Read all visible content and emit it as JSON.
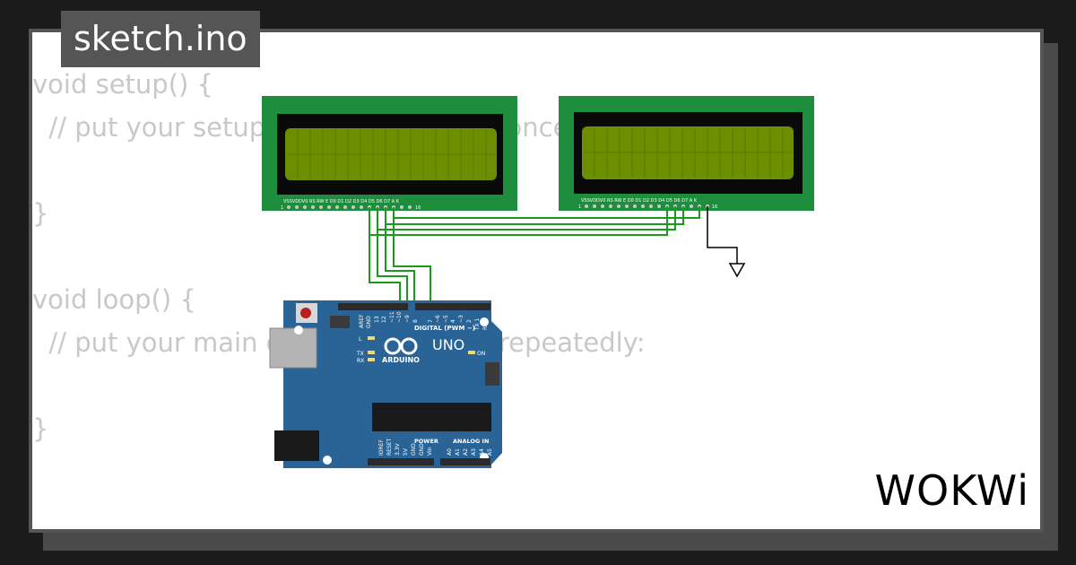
{
  "title": "sketch.ino",
  "code_lines": [
    "void setup() {",
    "  // put your setup code here, to run once:",
    "",
    "}",
    "",
    "void loop() {",
    "  // put your main code here, to run repeatedly:",
    "",
    "}"
  ],
  "lcd": {
    "pin_labels": "VSSVDDV0 RS RW E  D0 D1 D2 D3 D4 D5 D6 D7 A  K",
    "pin_first": "1",
    "pin_last": "16"
  },
  "arduino": {
    "brand": "ARDUINO",
    "model": "UNO",
    "digital_label": "DIGITAL (PWM ~)",
    "power_label": "POWER",
    "analog_label": "ANALOG IN",
    "on_label": "ON",
    "l_label": "L",
    "tx_label": "TX",
    "rx_label": "RX",
    "digital_pins": [
      "AREF",
      "GND",
      "13",
      "12",
      "~11",
      "~10",
      "~9",
      "8",
      "7",
      "~6",
      "~5",
      "4",
      "~3",
      "2",
      "TX 1",
      "RX 0"
    ],
    "power_pins": [
      "IOREF",
      "RESET",
      "3.3V",
      "5V",
      "GND",
      "GND",
      "Vin"
    ],
    "analog_pins": [
      "A0",
      "A1",
      "A2",
      "A3",
      "A4",
      "A5"
    ]
  },
  "logo": "WOKWi",
  "colors": {
    "background": "#1b1b1b",
    "card": "#ffffff",
    "title_tab": "#555555",
    "code_text": "#c8c8c8",
    "lcd_board": "#1e8e3e",
    "lcd_screen": "#6b8f00",
    "wire": "#1a9a1a",
    "arduino_board": "#2a6496"
  }
}
